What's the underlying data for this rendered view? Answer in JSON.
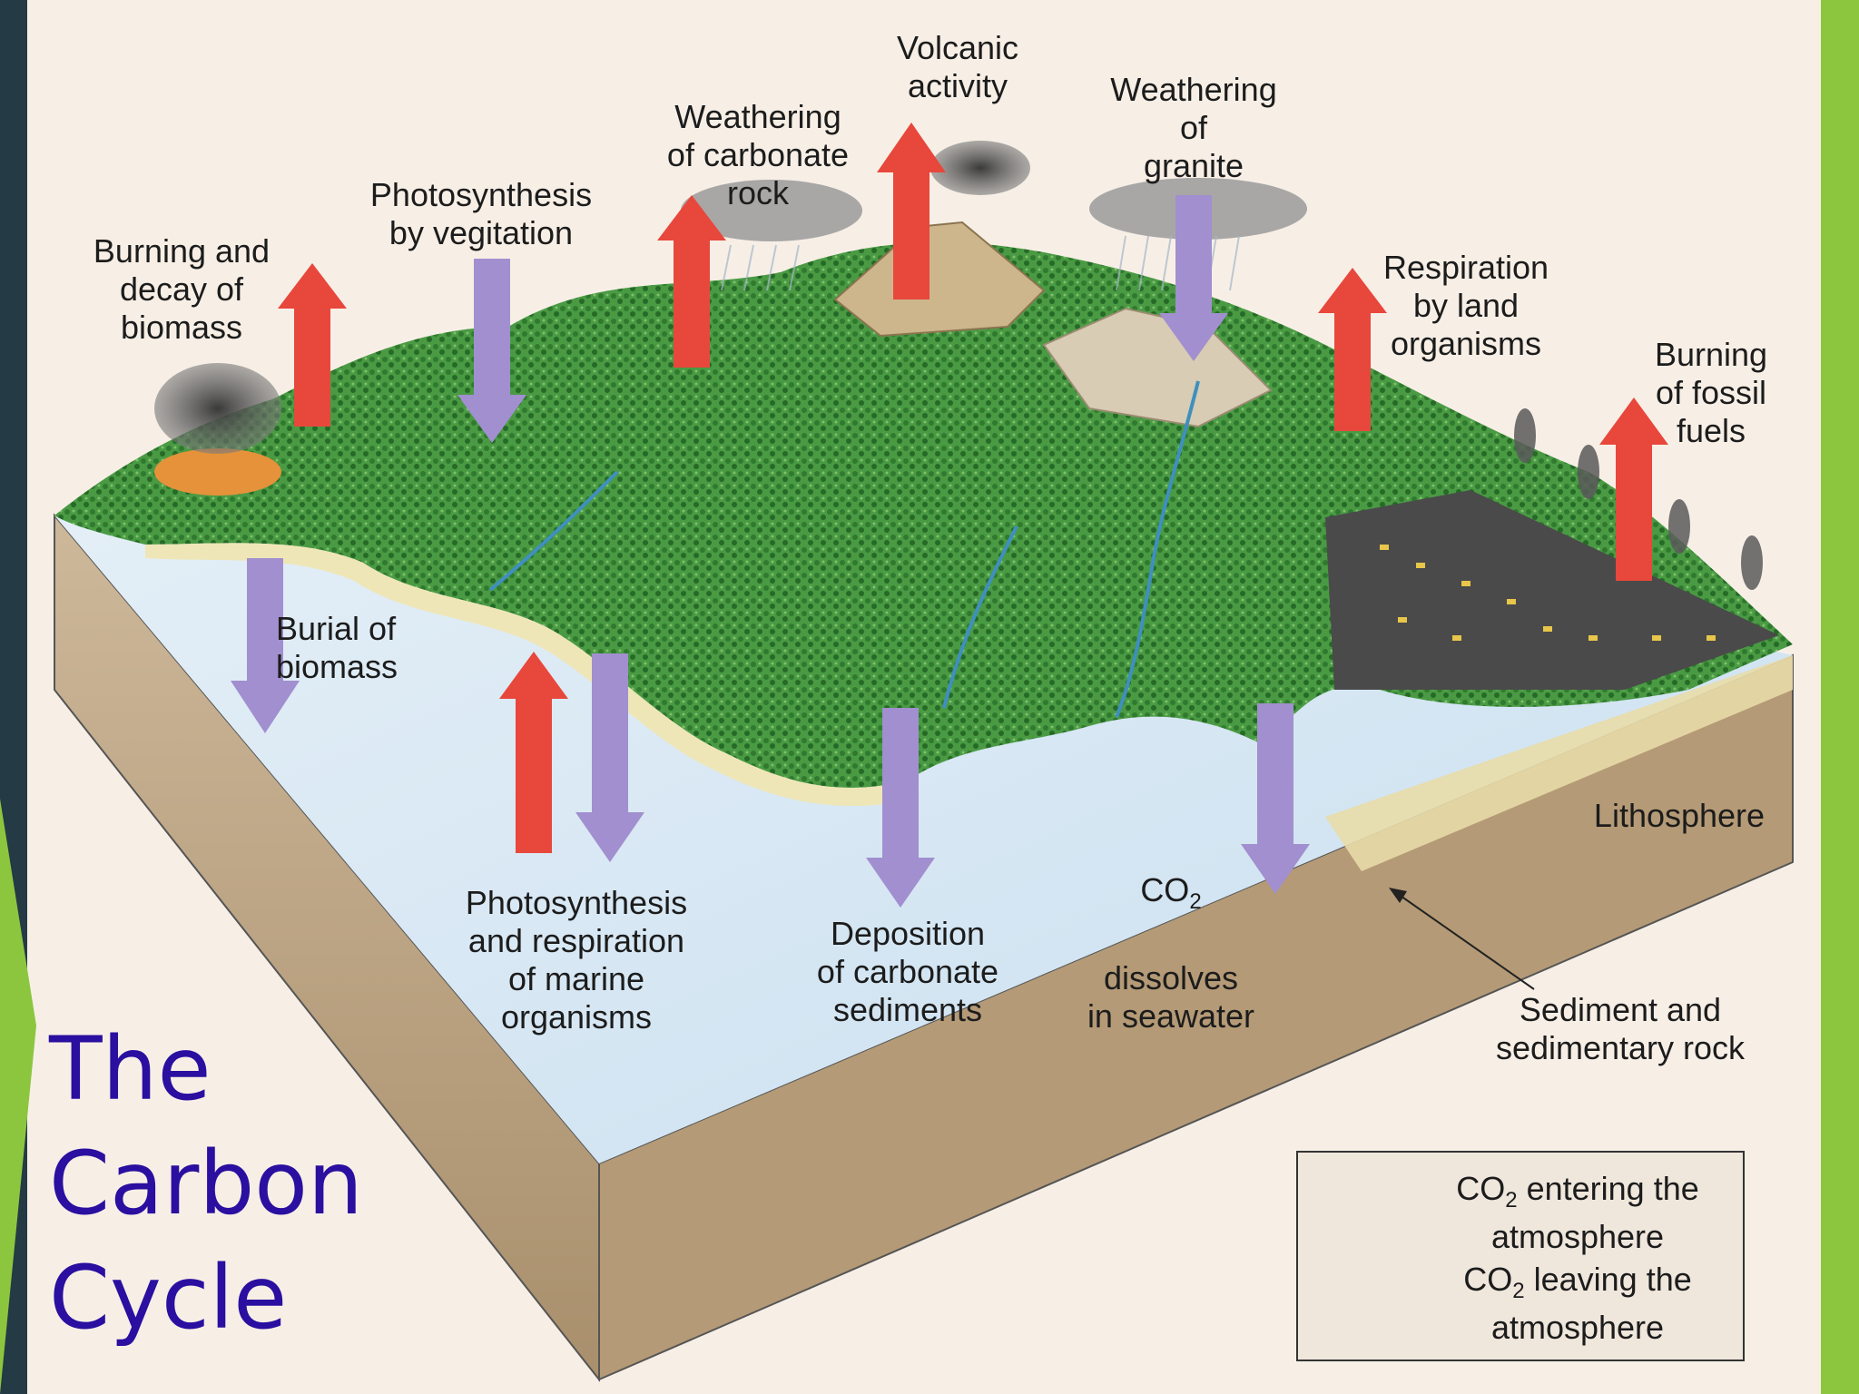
{
  "title": [
    "The",
    "Carbon",
    "Cycle"
  ],
  "colors": {
    "co2_entering": "#e8473c",
    "co2_leaving": "#a18fcf",
    "title": "#2a0fa0",
    "left_band": "#243a44",
    "accent_green": "#8cc63f"
  },
  "labels": {
    "burning_decay": "Burning and\ndecay of\nbiomass",
    "photosynthesis_veg": "Photosynthesis\nby vegitation",
    "weathering_carbonate": "Weathering\nof carbonate\nrock",
    "volcanic": "Volcanic\nactivity",
    "weathering_granite": "Weathering\nof\ngranite",
    "respiration_land": "Respiration\nby land\norganisms",
    "burning_fossil": "Burning\nof fossil\nfuels",
    "burial_biomass": "Burial of\nbiomass",
    "photo_resp_marine": "Photosynthesis\nand respiration\nof marine\norganisms",
    "deposition": "Deposition\nof carbonate\nsediments",
    "co2_dissolves_co": "CO",
    "co2_dissolves_sub": "2",
    "co2_dissolves_rest": "dissolves\nin seawater",
    "lithosphere": "Lithosphere",
    "sediment": "Sediment and\nsedimentary rock"
  },
  "legend": {
    "entering_co": "CO",
    "entering_sub": "2",
    "entering_rest": " entering the",
    "entering_line2": "atmosphere",
    "leaving_co": "CO",
    "leaving_sub": "2",
    "leaving_rest": " leaving the",
    "leaving_line2": "atmosphere"
  }
}
